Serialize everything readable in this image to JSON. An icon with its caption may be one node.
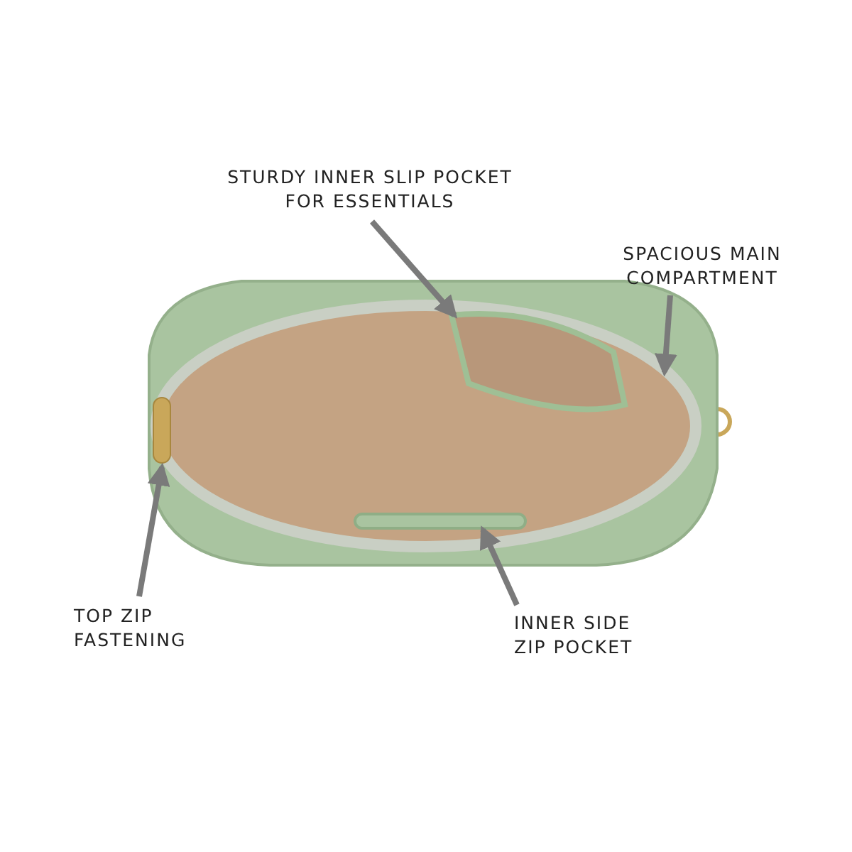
{
  "diagram": {
    "nodes": [
      {
        "text": [
          "STURDY INNER SLIP POCKET FOR ESSENTIALS"
        ]
      },
      {
        "text": [
          "SPACIOUS MAIN COMPARTMENT"
        ]
      },
      {
        "text": [
          "TOP ZIP FASTENING"
        ]
      },
      {
        "text": [
          "INNER SIDE ZIP POCKET"
        ]
      },
      {
        "text": [],
        "shape": "picture"
      },
      {
        "text": [],
        "shape": "box",
        "in": 6
      },
      {
        "text": [],
        "shape": "circle",
        "in": 4
      },
      {
        "text": [],
        "shape": "bar",
        "in": 4
      },
      {
        "text": [],
        "shape": "bar",
        "in": 6
      }
    ],
    "edges": [
      {
        "from": 0,
        "to": 5,
        "arrow": "to"
      },
      {
        "from": 1,
        "to": 6,
        "arrow": "to"
      },
      {
        "from": 2,
        "to": 7,
        "arrow": "to"
      },
      {
        "from": 3,
        "to": 8,
        "arrow": "to"
      }
    ]
  }
}
